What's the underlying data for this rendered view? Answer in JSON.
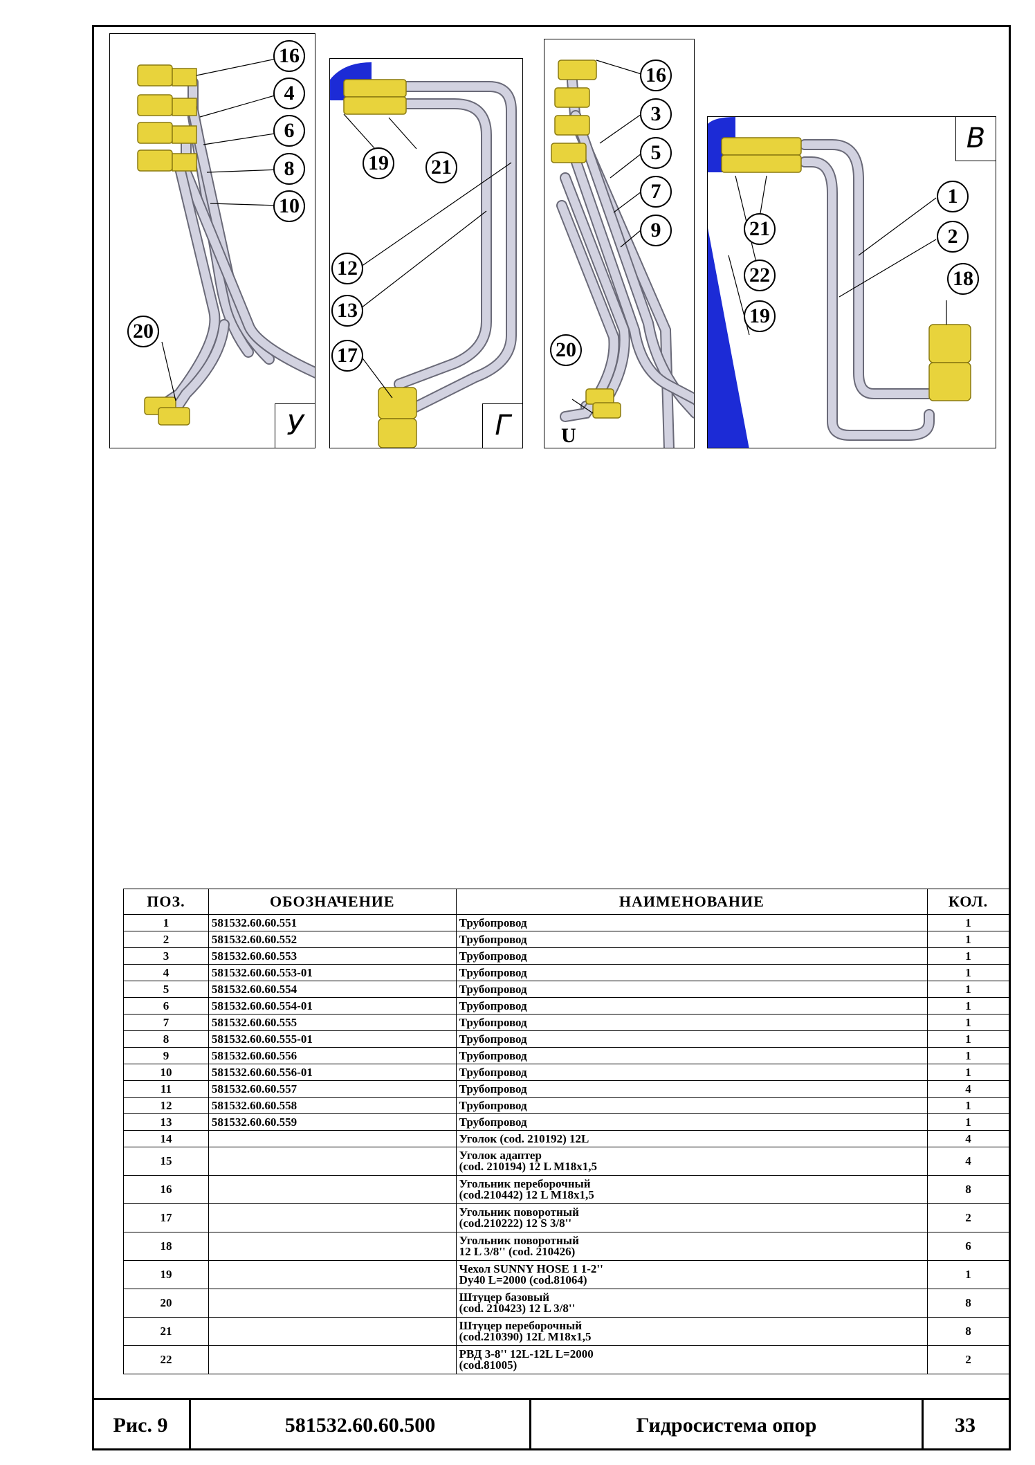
{
  "views": {
    "u": {
      "letter": "У",
      "balloons": [
        "16",
        "4",
        "6",
        "8",
        "10",
        "20"
      ]
    },
    "g": {
      "letter": "Г",
      "balloons": [
        "19",
        "21",
        "12",
        "13",
        "17"
      ]
    },
    "left": {
      "marker": "U",
      "balloons": [
        "16",
        "3",
        "5",
        "7",
        "9",
        "20"
      ]
    },
    "v": {
      "letter": "В",
      "balloons": [
        "1",
        "2",
        "21",
        "22",
        "18",
        "19"
      ]
    }
  },
  "colors": {
    "fitting": "#e8d33c",
    "pipe": "#c9c9d8",
    "hose": "#1c2bd6"
  },
  "table": {
    "headers": [
      "ПОЗ.",
      "ОБОЗНАЧЕНИЕ",
      "НАИМЕНОВАНИЕ",
      "КОЛ."
    ],
    "rows": [
      {
        "pos": "1",
        "designation": "581532.60.60.551",
        "name": [
          "Трубопровод"
        ],
        "qty": "1"
      },
      {
        "pos": "2",
        "designation": "581532.60.60.552",
        "name": [
          "Трубопровод"
        ],
        "qty": "1"
      },
      {
        "pos": "3",
        "designation": "581532.60.60.553",
        "name": [
          "Трубопровод"
        ],
        "qty": "1"
      },
      {
        "pos": "4",
        "designation": "581532.60.60.553-01",
        "name": [
          "Трубопровод"
        ],
        "qty": "1"
      },
      {
        "pos": "5",
        "designation": "581532.60.60.554",
        "name": [
          "Трубопровод"
        ],
        "qty": "1"
      },
      {
        "pos": "6",
        "designation": "581532.60.60.554-01",
        "name": [
          "Трубопровод"
        ],
        "qty": "1"
      },
      {
        "pos": "7",
        "designation": "581532.60.60.555",
        "name": [
          "Трубопровод"
        ],
        "qty": "1"
      },
      {
        "pos": "8",
        "designation": "581532.60.60.555-01",
        "name": [
          "Трубопровод"
        ],
        "qty": "1"
      },
      {
        "pos": "9",
        "designation": "581532.60.60.556",
        "name": [
          "Трубопровод"
        ],
        "qty": "1"
      },
      {
        "pos": "10",
        "designation": "581532.60.60.556-01",
        "name": [
          "Трубопровод"
        ],
        "qty": "1"
      },
      {
        "pos": "11",
        "designation": "581532.60.60.557",
        "name": [
          "Трубопровод"
        ],
        "qty": "4"
      },
      {
        "pos": "12",
        "designation": "581532.60.60.558",
        "name": [
          "Трубопровод"
        ],
        "qty": "1"
      },
      {
        "pos": "13",
        "designation": "581532.60.60.559",
        "name": [
          "Трубопровод"
        ],
        "qty": "1"
      },
      {
        "pos": "14",
        "designation": "",
        "name": [
          "Уголок (cod. 210192) 12L"
        ],
        "qty": "4"
      },
      {
        "pos": "15",
        "designation": "",
        "name": [
          "Уголок адаптер",
          "(cod. 210194) 12 L M18x1,5"
        ],
        "qty": "4"
      },
      {
        "pos": "16",
        "designation": "",
        "name": [
          "Угольник переборочный",
          "(cod.210442) 12 L M18x1,5"
        ],
        "qty": "8"
      },
      {
        "pos": "17",
        "designation": "",
        "name": [
          "Угольник поворотный",
          "(cod.210222) 12 S 3/8''"
        ],
        "qty": "2"
      },
      {
        "pos": "18",
        "designation": "",
        "name": [
          "Угольник поворотный",
          "12 L 3/8'' (cod. 210426)"
        ],
        "qty": "6"
      },
      {
        "pos": "19",
        "designation": "",
        "name": [
          "Чехол SUNNY HOSE 1 1-2''",
          "Dy40 L=2000 (cod.81064)"
        ],
        "qty": "1"
      },
      {
        "pos": "20",
        "designation": "",
        "name": [
          "Штуцер базовый",
          "(cod. 210423) 12 L 3/8''"
        ],
        "qty": "8"
      },
      {
        "pos": "21",
        "designation": "",
        "name": [
          "Штуцер переборочный",
          "(cod.210390) 12L M18x1,5"
        ],
        "qty": "8"
      },
      {
        "pos": "22",
        "designation": "",
        "name": [
          "РВД 3-8'' 12L-12L L=2000",
          "(cod.81005)"
        ],
        "qty": "2"
      }
    ]
  },
  "title_block": {
    "figure": "Рис. 9",
    "designation": "581532.60.60.500",
    "title": "Гидросистема опор",
    "page": "33"
  }
}
